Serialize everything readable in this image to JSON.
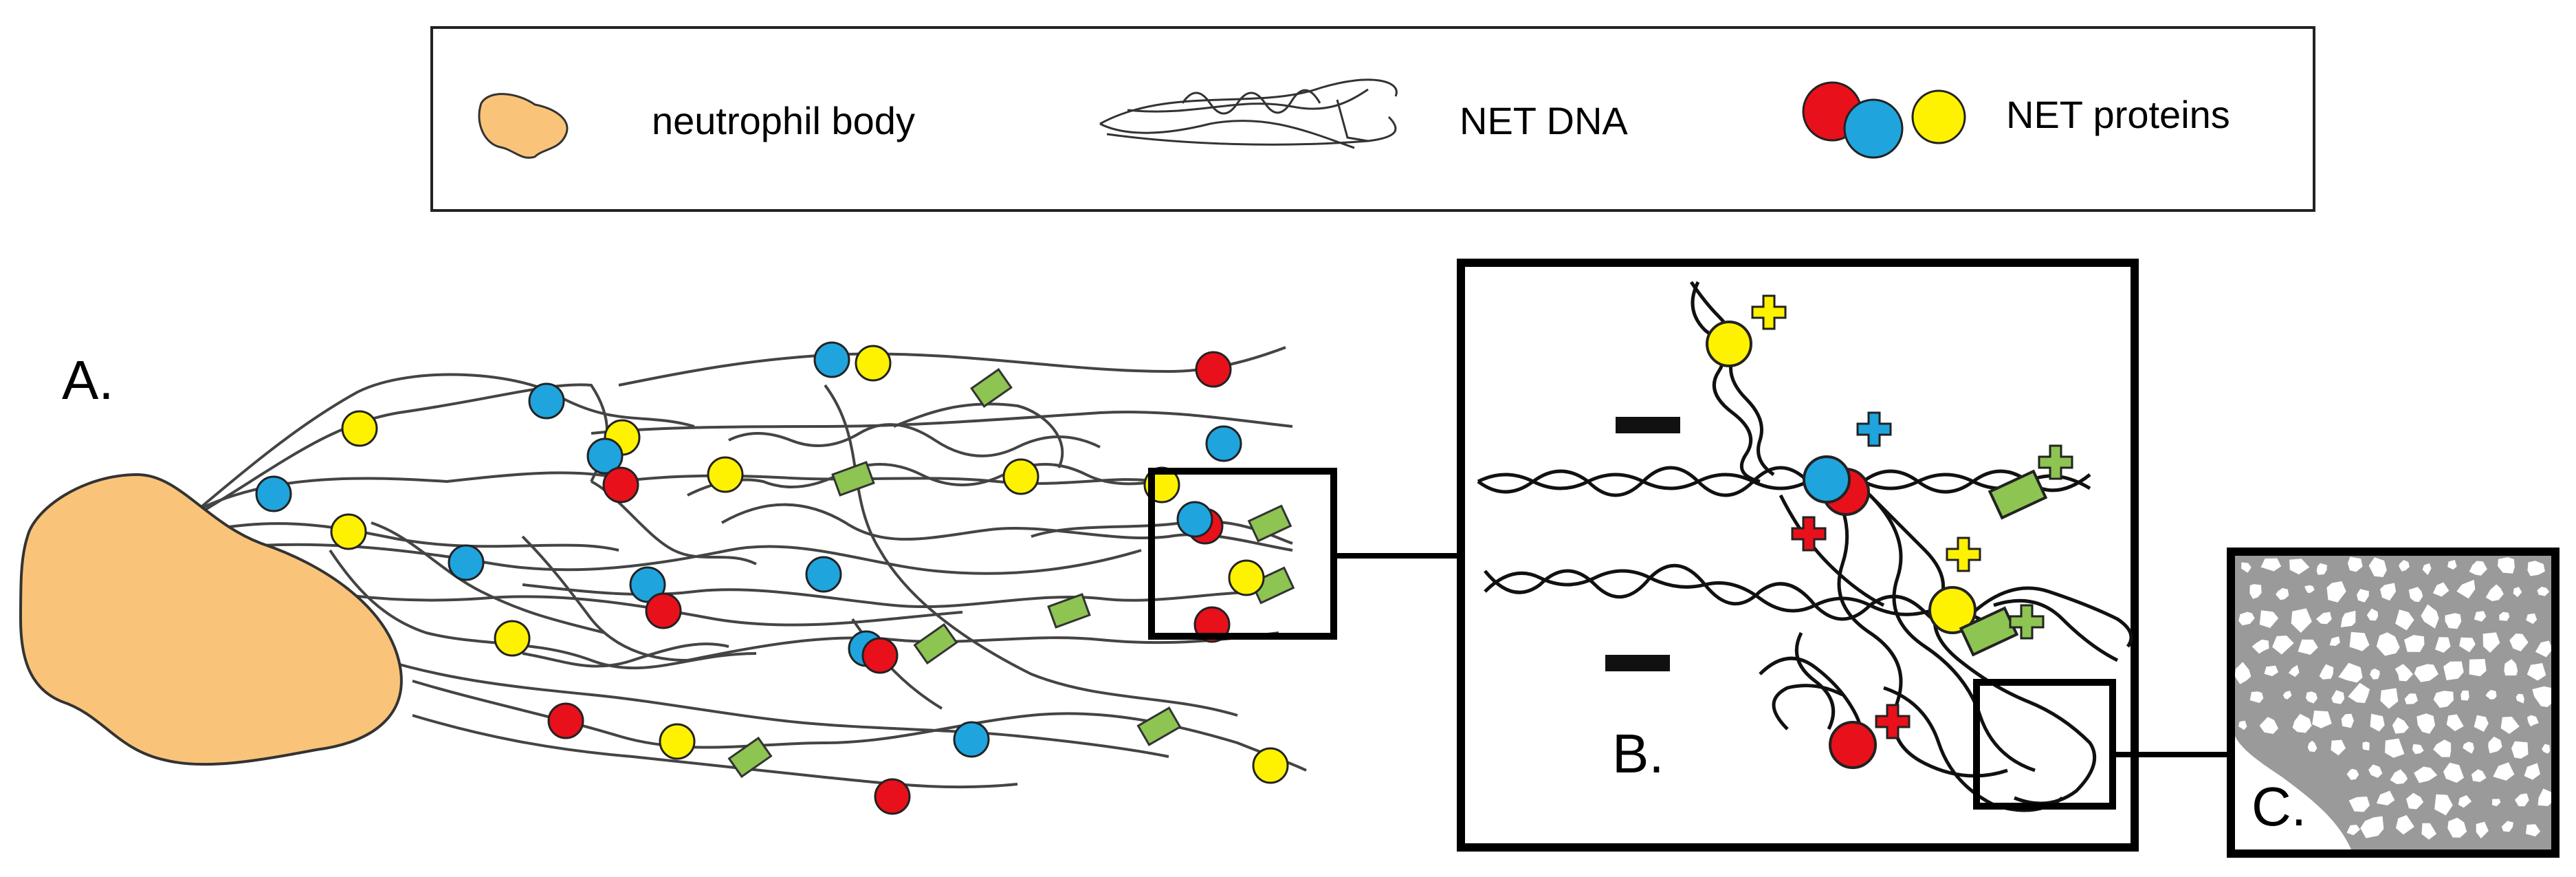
{
  "legend": {
    "body_label": "neutrophil body",
    "dna_label": "NET DNA",
    "proteins_label": "NET proteins"
  },
  "panels": {
    "a_label": "A.",
    "b_label": "B.",
    "c_label": "C."
  },
  "charges": {
    "positive": "+",
    "negative": "−"
  },
  "colors": {
    "body": "#F9C47A",
    "red": "#E8101A",
    "blue": "#1FA4DE",
    "yellow": "#FFF200",
    "green": "#8DC452",
    "c_panel_bg": "#9a9a9a"
  }
}
